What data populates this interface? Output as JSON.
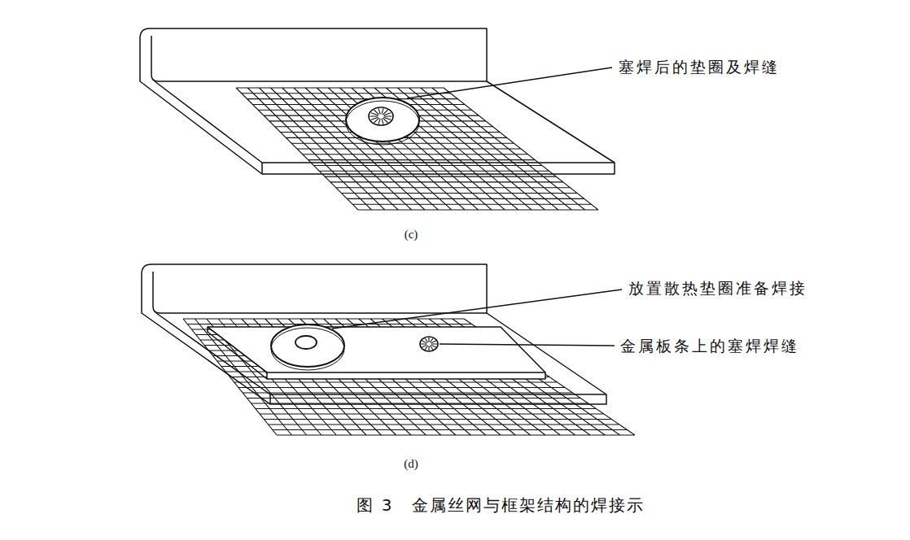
{
  "diagram": {
    "caption": "图 3　金属丝网与框架结构的焊接示",
    "labels": [
      "塞焊后的垫圈及焊缝",
      "(c)",
      "放置散热垫圈准备焊接",
      "金属板条上的塞焊焊缝",
      "(d)"
    ]
  }
}
